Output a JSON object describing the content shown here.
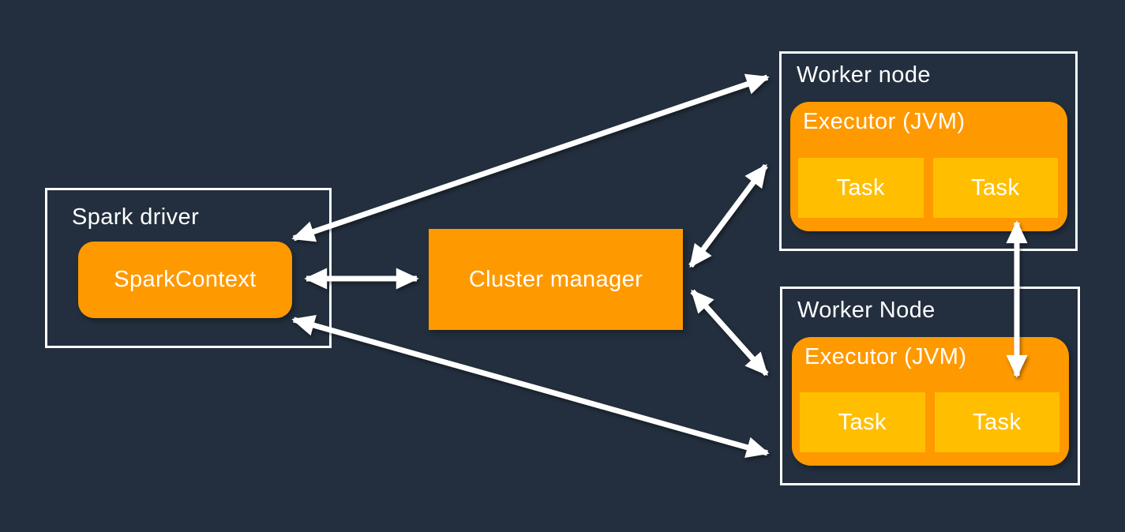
{
  "colors": {
    "background": "#232F3E",
    "node_orange": "#FF9900",
    "task_gold": "#FFBF00",
    "outline": "#FFFFFF",
    "text": "#FFFFFF"
  },
  "spark_driver": {
    "label": "Spark driver",
    "spark_context_label": "SparkContext"
  },
  "cluster_manager": {
    "label": "Cluster manager"
  },
  "worker_node_1": {
    "label": "Worker node",
    "executor_label": "Executor (JVM)",
    "tasks": [
      "Task",
      "Task"
    ]
  },
  "worker_node_2": {
    "label": "Worker Node",
    "executor_label": "Executor (JVM)",
    "tasks": [
      "Task",
      "Task"
    ]
  },
  "edges": [
    {
      "from": "spark-context",
      "to": "worker-node-1",
      "type": "bidirectional"
    },
    {
      "from": "spark-context",
      "to": "cluster-manager",
      "type": "bidirectional"
    },
    {
      "from": "spark-context",
      "to": "worker-node-2",
      "type": "bidirectional"
    },
    {
      "from": "cluster-manager",
      "to": "worker-node-1-executor",
      "type": "bidirectional"
    },
    {
      "from": "cluster-manager",
      "to": "worker-node-2-executor",
      "type": "bidirectional"
    },
    {
      "from": "worker-node-1-task-2",
      "to": "worker-node-2-executor",
      "type": "bidirectional"
    }
  ]
}
